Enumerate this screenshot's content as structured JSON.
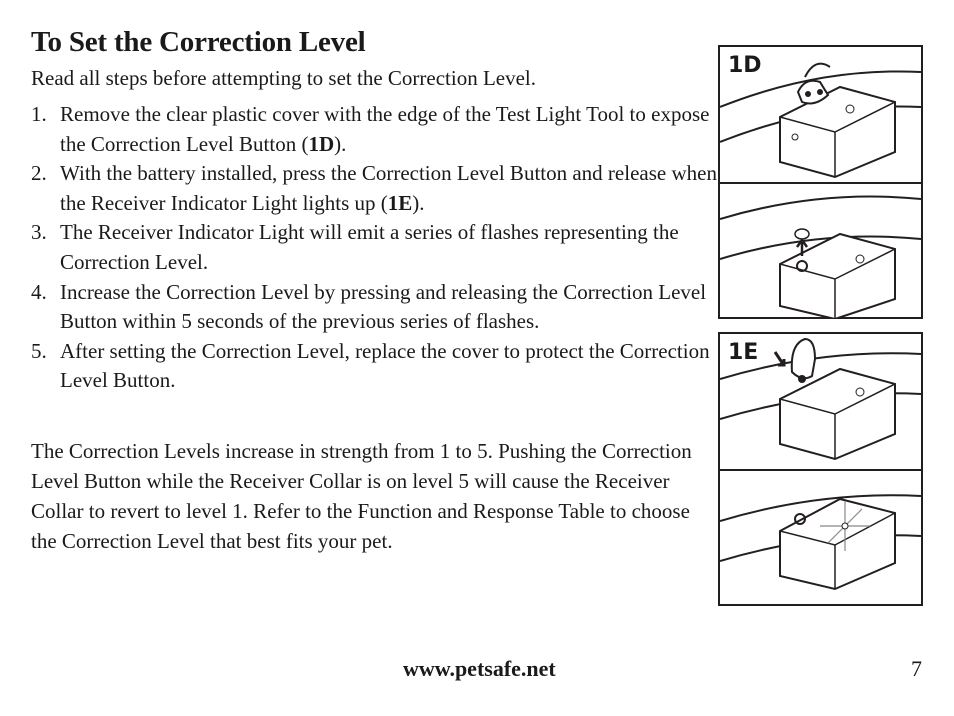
{
  "heading": "To Set the Correction Level",
  "intro": "Read all steps before attempting to set the Correction Level.",
  "steps": [
    {
      "num": "1.",
      "before": "Remove the clear plastic cover with the edge of the Test Light Tool to expose the Correction Level Button (",
      "bold": "1D",
      "after": ")."
    },
    {
      "num": "2.",
      "before": "With the battery installed, press the Correction Level Button and release when the Receiver Indicator Light lights up (",
      "bold": "1E",
      "after": ")."
    },
    {
      "num": "3.",
      "before": "The Receiver Indicator Light will emit a series of flashes representing the Correction Level.",
      "bold": "",
      "after": ""
    },
    {
      "num": "4.",
      "before": "Increase the Correction Level by pressing and releasing the Correction Level Button within 5 seconds of the previous series of flashes.",
      "bold": "",
      "after": ""
    },
    {
      "num": "5.",
      "before": "After setting the Correction Level, replace the cover to protect the Correction Level Button.",
      "bold": "",
      "after": ""
    }
  ],
  "closing": "The Correction Levels increase in strength from 1 to 5. Pushing the Correction Level Button while the Receiver Collar is on level 5 will cause the Receiver Collar to revert to level 1. Refer to the Function and Response Table to choose the Correction Level that best fits your pet.",
  "figures": [
    {
      "label": "1D"
    },
    {
      "label": "1E"
    }
  ],
  "footer": {
    "url": "www.petsafe.net",
    "page_number": "7"
  }
}
